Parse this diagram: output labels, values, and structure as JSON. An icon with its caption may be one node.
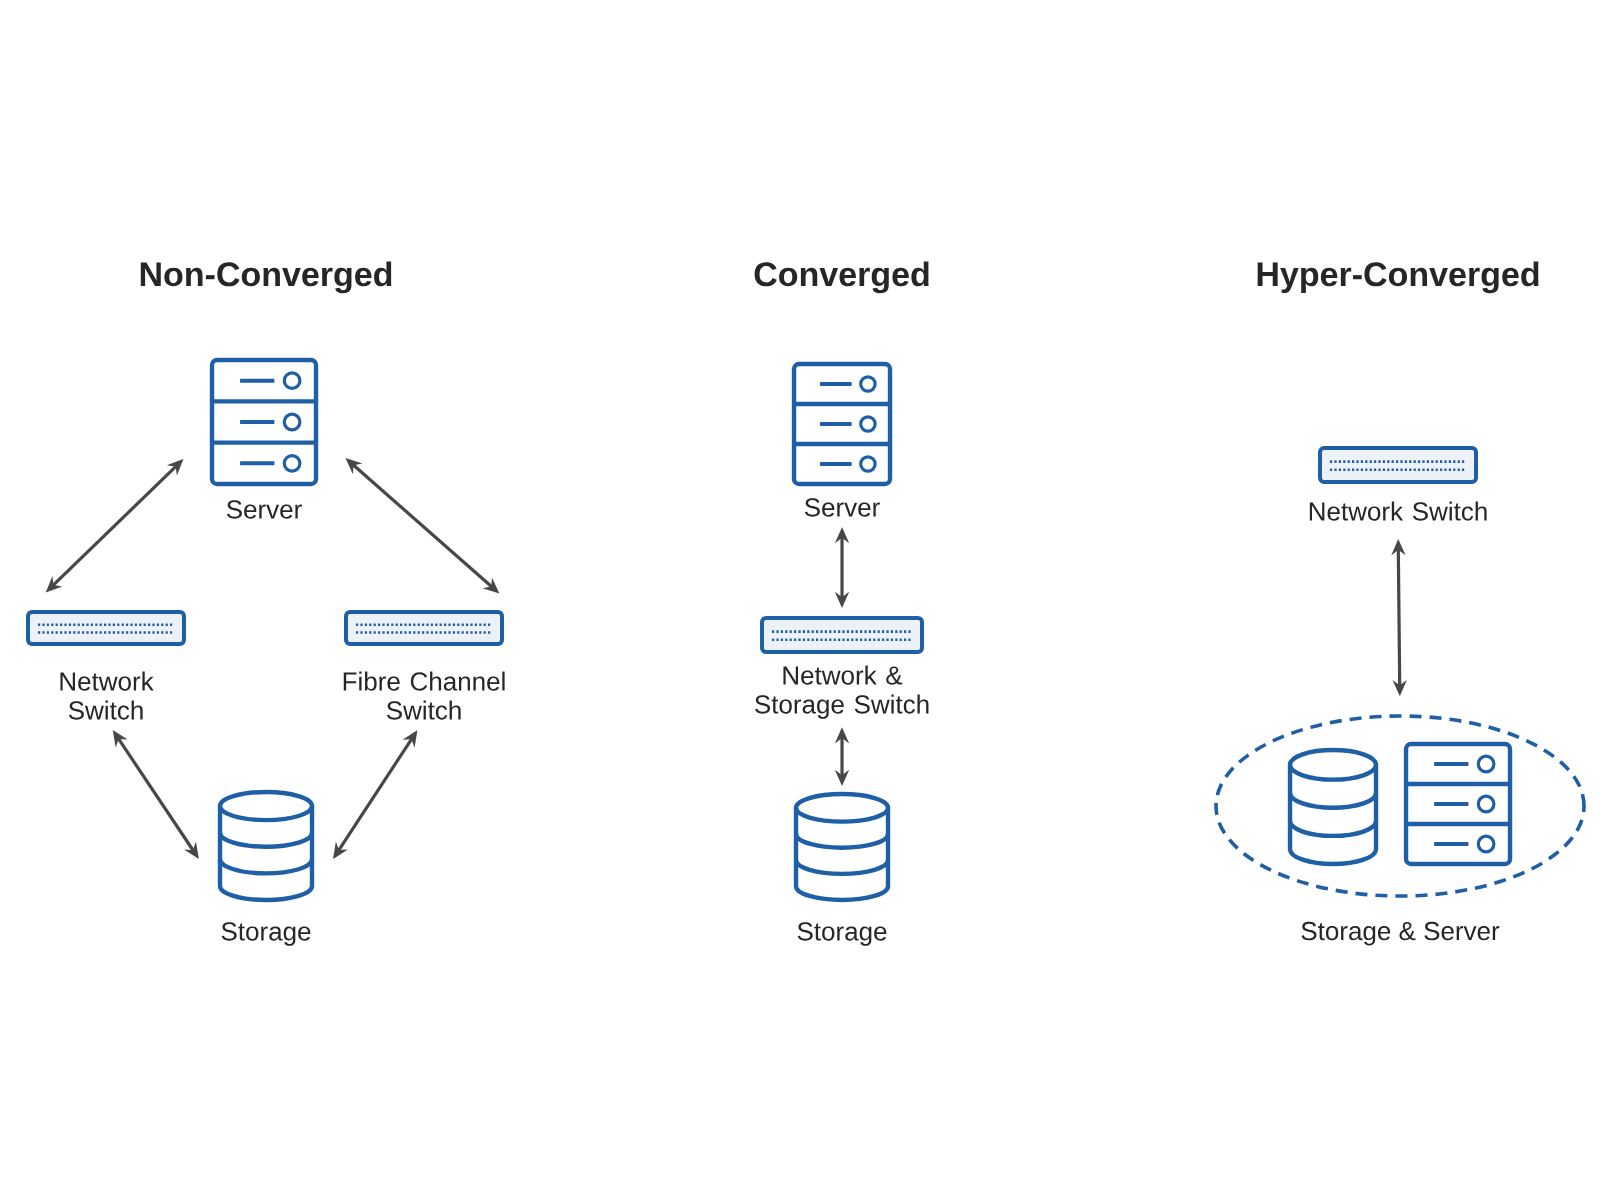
{
  "diagram": {
    "nodes": [
      {
        "text": [
          "Server"
        ]
      },
      {
        "text": [
          "Network Switch"
        ]
      },
      {
        "text": [
          "Fibre Channel Switch"
        ]
      },
      {
        "text": [
          "Storage"
        ]
      },
      {
        "text": [
          "Server"
        ]
      },
      {
        "text": [
          "Network & Storage Switch"
        ]
      },
      {
        "text": [
          "Storage"
        ]
      },
      {
        "text": [
          "Network Switch"
        ]
      },
      {
        "text": [
          "Storage & Server"
        ]
      },
      {
        "text": [],
        "shape": "cylinder",
        "in": 8
      },
      {
        "text": [],
        "shape": "box",
        "in": 8
      }
    ],
    "edges": [
      {
        "from": 0,
        "to": 1,
        "arrow": "both"
      },
      {
        "from": 0,
        "to": 2,
        "arrow": "both"
      },
      {
        "from": 1,
        "to": 3,
        "arrow": "both"
      },
      {
        "from": 2,
        "to": 3,
        "arrow": "both"
      },
      {
        "from": 4,
        "to": 5,
        "arrow": "both"
      },
      {
        "from": 5,
        "to": 6,
        "arrow": "both"
      },
      {
        "from": 7,
        "to": 8,
        "arrow": "both"
      }
    ],
    "labels": [
      "Non-Converged",
      "Converged",
      "Hyper-Converged"
    ]
  }
}
